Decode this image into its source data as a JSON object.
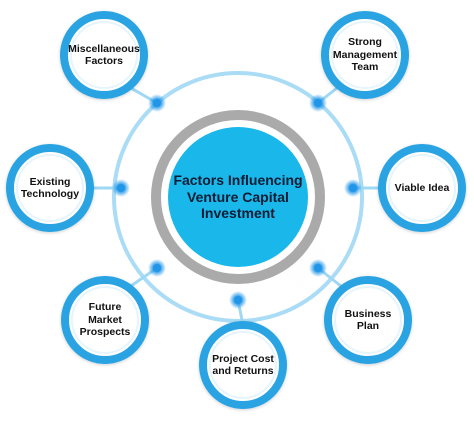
{
  "center": {
    "title": "Factors Influencing\nVenture Capital\nInvestment"
  },
  "nodes": [
    {
      "id": "miscellaneous",
      "label": "Miscellaneous\nFactors"
    },
    {
      "id": "strong-management-team",
      "label": "Strong\nManagement\nTeam"
    },
    {
      "id": "existing-technology",
      "label": "Existing\nTechnology"
    },
    {
      "id": "viable-idea",
      "label": "Viable Idea"
    },
    {
      "id": "future-market-prospects",
      "label": "Future\nMarket\nProspects"
    },
    {
      "id": "business-plan",
      "label": "Business\nPlan"
    },
    {
      "id": "project-cost-returns",
      "label": "Project Cost\nand Returns"
    }
  ],
  "colors": {
    "ring_blue": "#2aa3e3",
    "center_fill": "#1ab8ea",
    "center_ring": "#a8a8a8",
    "connector": "#9fd8f5",
    "dot": "#2196e8",
    "text": "#111111"
  }
}
